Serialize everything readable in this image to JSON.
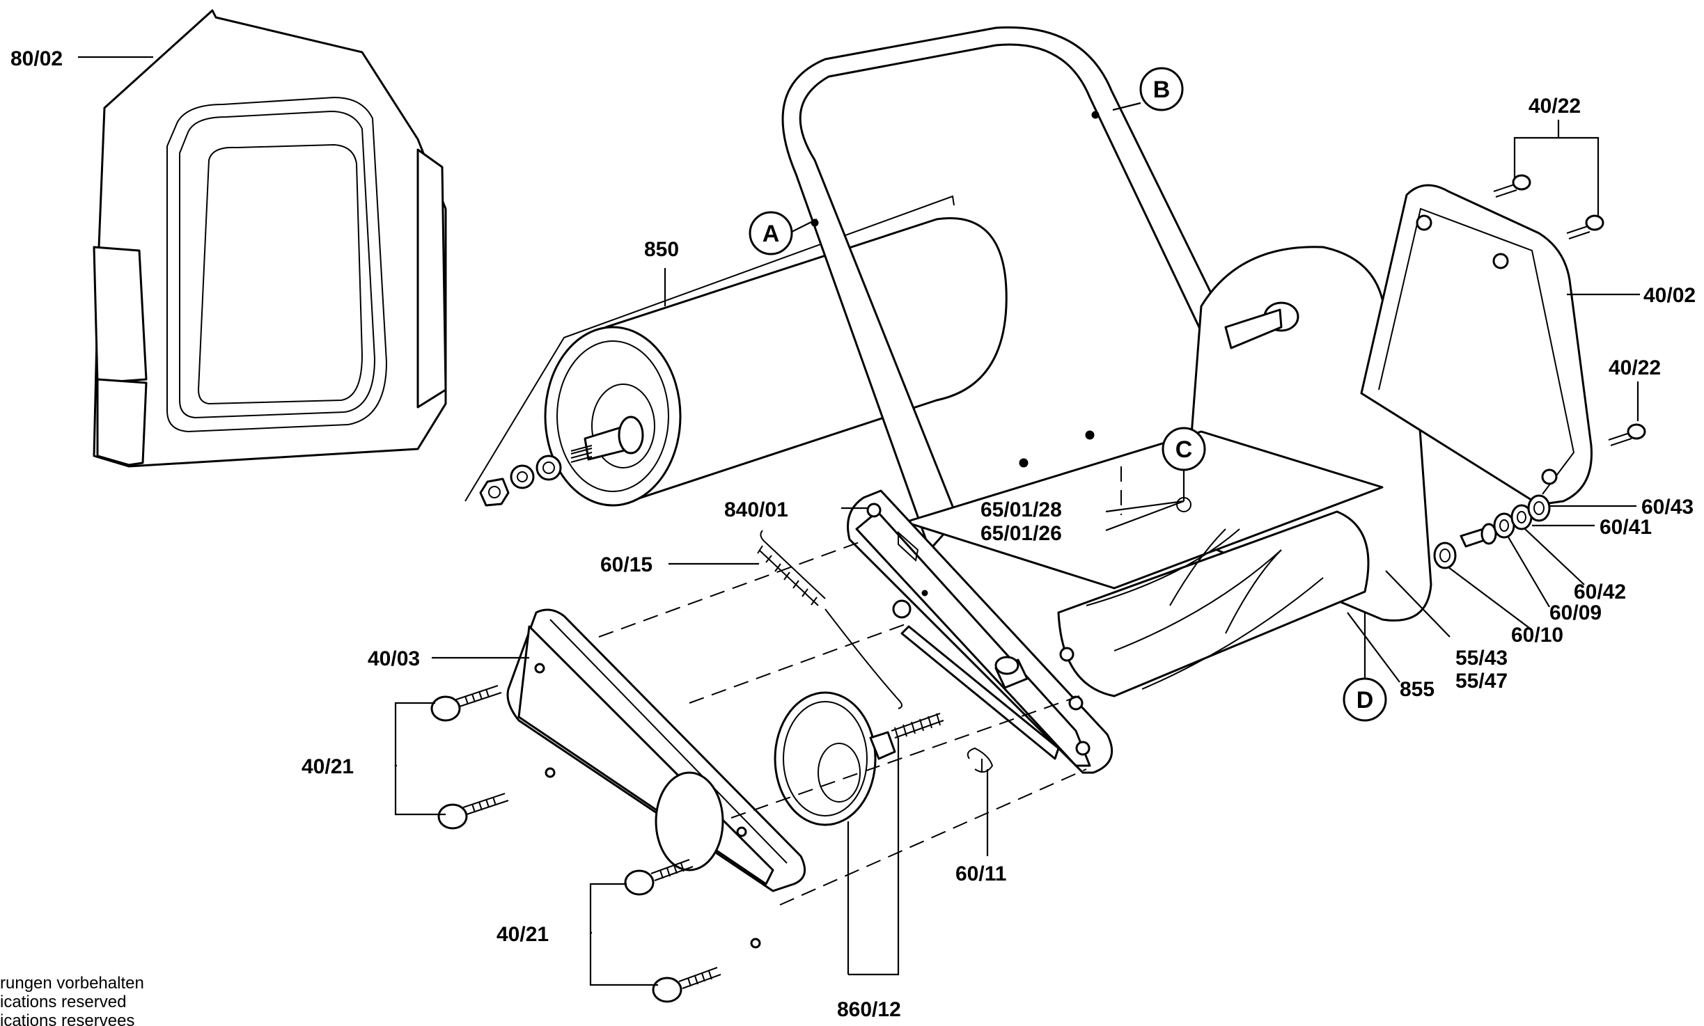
{
  "diagram": {
    "labels": {
      "l_80_02": "80/02",
      "l_850": "850",
      "l_A": "A",
      "l_B": "B",
      "l_C": "C",
      "l_D": "D",
      "l_40_22_top": "40/22",
      "l_40_02": "40/02",
      "l_40_22_right": "40/22",
      "l_60_43": "60/43",
      "l_60_41": "60/41",
      "l_60_42": "60/42",
      "l_60_09": "60/09",
      "l_60_10": "60/10",
      "l_55_43": "55/43",
      "l_55_47": "55/47",
      "l_855": "855",
      "l_840_01": "840/01",
      "l_65_01_28": "65/01/28",
      "l_65_01_26": "65/01/26",
      "l_60_15": "60/15",
      "l_40_03": "40/03",
      "l_40_21_upper": "40/21",
      "l_40_21_lower": "40/21",
      "l_60_11": "60/11",
      "l_860_12": "860/12"
    },
    "notice": {
      "line1": "rungen vorbehalten",
      "line2": "ications reserved",
      "line3": "ications reservees"
    }
  }
}
